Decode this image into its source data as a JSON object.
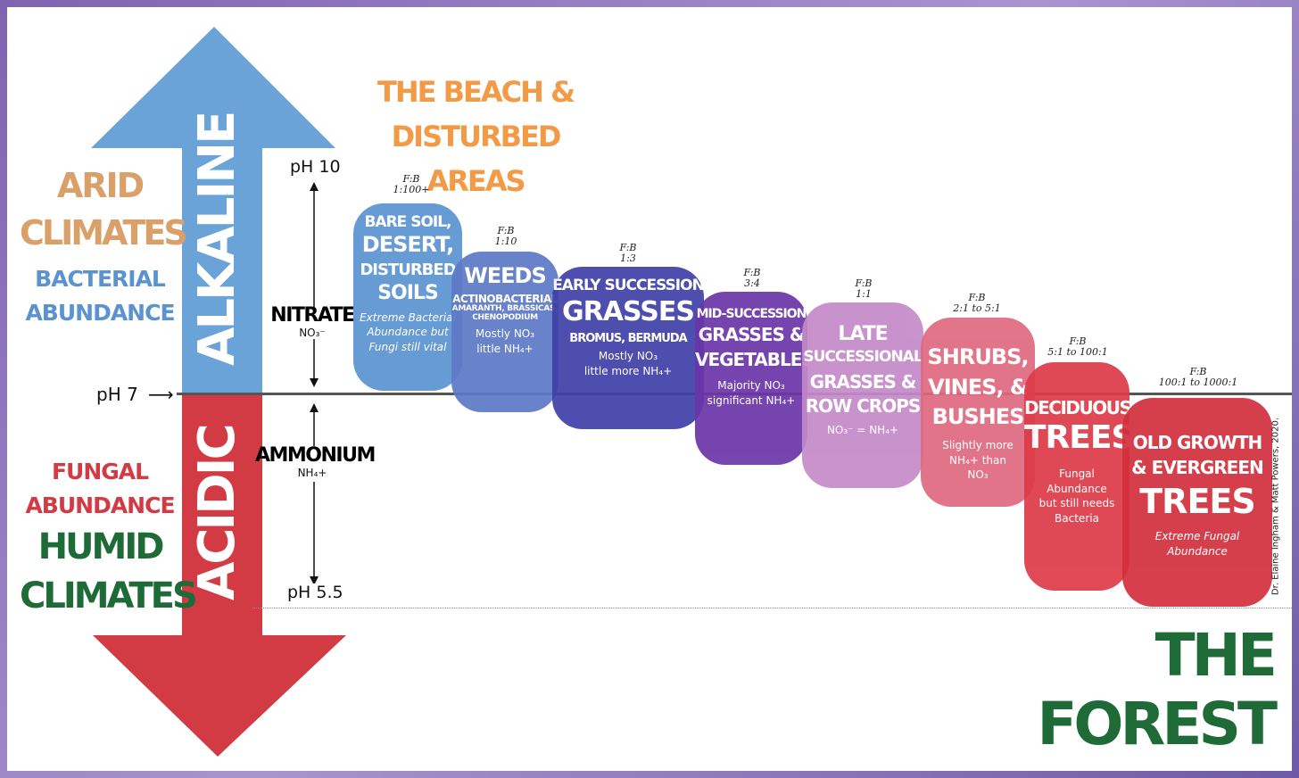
{
  "heading_top": [
    "THE BEACH &",
    "DISTURBED AREAS"
  ],
  "heading_bottom": "THE FOREST",
  "left_labels": {
    "arid": [
      "ARID",
      "CLIMATES"
    ],
    "bacterial": [
      "BACTERIAL",
      "ABUNDANCE"
    ],
    "fungal": [
      "FUNGAL",
      "ABUNDANCE"
    ],
    "humid": [
      "HUMID",
      "CLIMATES"
    ]
  },
  "arrow": {
    "up_label": "ALKALINE",
    "down_label": "ACIDIC"
  },
  "ph": {
    "top": "pH 10",
    "middle": "pH 7",
    "bottom": "pH 5.5"
  },
  "nitrogen": {
    "nitrate": "NITRATE",
    "nitrate_formula": "NO₃⁻",
    "ammonium": "AMMONIUM",
    "ammonium_formula": "NH₄+"
  },
  "stages": [
    {
      "fb_label": "F:B",
      "fb_ratio": "1:100+",
      "title": [
        "BARE SOIL,",
        "DESERT,",
        "DISTURBED",
        "SOILS"
      ],
      "desc": [
        "Extreme Bacterial",
        "Abundance but",
        "Fungi still vital"
      ],
      "color": "#5b93d0"
    },
    {
      "fb_label": "F:B",
      "fb_ratio": "1:10",
      "title": [
        "WEEDS",
        "ACTINOBACTERIAL",
        "AMARANTH, BRASSICAS,",
        "CHENOPODIUM"
      ],
      "desc": [
        "Mostly NO₃",
        "little NH₄+"
      ],
      "color": "#5d79c6"
    },
    {
      "fb_label": "F:B",
      "fb_ratio": "1:3",
      "title": [
        "EARLY SUCCESSION",
        "GRASSES",
        "BROMUS, BERMUDA"
      ],
      "desc": [
        "Mostly NO₃",
        "little more NH₄+"
      ],
      "color": "#3f3fa8"
    },
    {
      "fb_label": "F:B",
      "fb_ratio": "3:4",
      "title": [
        "MID-SUCCESSION",
        "GRASSES &",
        "VEGETABLES"
      ],
      "desc": [
        "Majority NO₃",
        "significant NH₄+"
      ],
      "color": "#6a35a8"
    },
    {
      "fb_label": "F:B",
      "fb_ratio": "1:1",
      "title": [
        "LATE",
        "SUCCESSIONAL",
        "GRASSES &",
        "ROW CROPS"
      ],
      "desc": [
        "NO₃⁻ = NH₄+"
      ],
      "color": "#c48ac8"
    },
    {
      "fb_label": "F:B",
      "fb_ratio": "2:1 to 5:1",
      "title": [
        "SHRUBS,",
        "VINES, &",
        "BUSHES"
      ],
      "desc": [
        "Slightly more",
        "NH₄+ than",
        "NO₃"
      ],
      "color": "#e0697f"
    },
    {
      "fb_label": "F:B",
      "fb_ratio": "5:1 to 100:1",
      "title": [
        "DECIDUOUS",
        "TREES"
      ],
      "desc": [
        "Fungal",
        "Abundance",
        "but still needs",
        "Bacteria"
      ],
      "color": "#dd3a47"
    },
    {
      "fb_label": "F:B",
      "fb_ratio": "100:1 to 1000:1",
      "title": [
        "OLD GROWTH",
        "& EVERGREEN",
        "TREES"
      ],
      "desc": [
        "Extreme Fungal",
        "Abundance"
      ],
      "color": "#d22f3c"
    }
  ],
  "credit": "Dr. Elaine Ingham & Matt Powers, 2020.",
  "colors": {
    "orange": "#f29a45",
    "tan": "#d9a06a",
    "blue": "#5b93d0",
    "red": "#d23b44",
    "green": "#1f6b37",
    "arrow_up": "#6aa3d8",
    "arrow_down": "#d23b44"
  }
}
